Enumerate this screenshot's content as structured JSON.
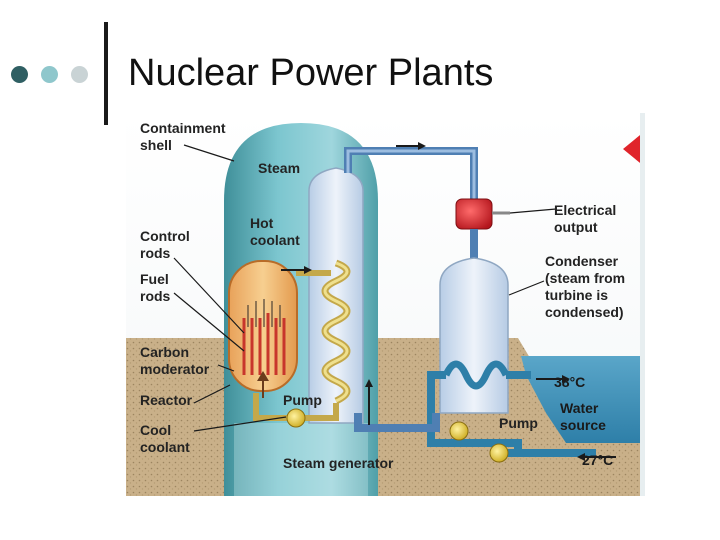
{
  "slide": {
    "title": "Nuclear Power Plants"
  },
  "bullets": {
    "colors": [
      "#2f5f63",
      "#8fc7cc",
      "#c9d3d5"
    ]
  },
  "diagram": {
    "labels": {
      "containment_shell": [
        "Containment",
        "shell"
      ],
      "steam": "Steam",
      "hot_coolant": [
        "Hot",
        "coolant"
      ],
      "control_rods": [
        "Control",
        "rods"
      ],
      "fuel_rods": [
        "Fuel",
        "rods"
      ],
      "carbon_moderator": [
        "Carbon",
        "moderator"
      ],
      "reactor": "Reactor",
      "cool_coolant": [
        "Cool",
        "coolant"
      ],
      "pump_left": "Pump",
      "steam_generator": "Steam generator",
      "electrical_output": [
        "Electrical",
        "output"
      ],
      "condenser": [
        "Condenser",
        "(steam from",
        "turbine is",
        "condensed)"
      ],
      "temp_out": "38°C",
      "water_source": [
        "Water",
        "source"
      ],
      "pump_right": "Pump",
      "temp_in": "27°C"
    }
  }
}
